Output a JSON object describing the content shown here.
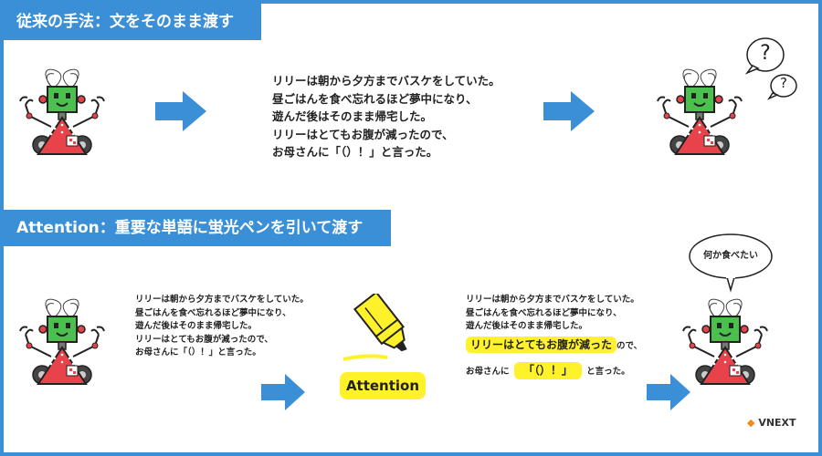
{
  "banners": {
    "traditional": "従来の手法：文をそのまま渡す",
    "attention": "Attention：重要な単語に蛍光ペンを引いて渡す"
  },
  "story_lines": [
    "リリーは朝から夕方までバスケをしていた。",
    "昼ごはんを食べ忘れるほど夢中になり、",
    "遊んだ後はそのまま帰宅した。",
    "リリーはとてもお腹が減ったので、",
    "お母さんに「（）！」と言った。"
  ],
  "highlighted": {
    "line4_highlight": "リリーはとてもお腹が減った",
    "line4_rest": "ので、",
    "line5_pre": "お母さんに",
    "line5_highlight": "「（）！」",
    "line5_post": "と言った。"
  },
  "attention_badge": "Attention",
  "robot_thought": "何か食べたい",
  "question_marks": [
    "?",
    "?"
  ],
  "logo_text": "VNEXT",
  "colors": {
    "accent_blue": "#3a8fd6",
    "highlight_yellow": "#fff12a",
    "robot_green": "#4cc04e",
    "robot_red": "#e8424a",
    "logo_orange": "#f08a1c"
  }
}
